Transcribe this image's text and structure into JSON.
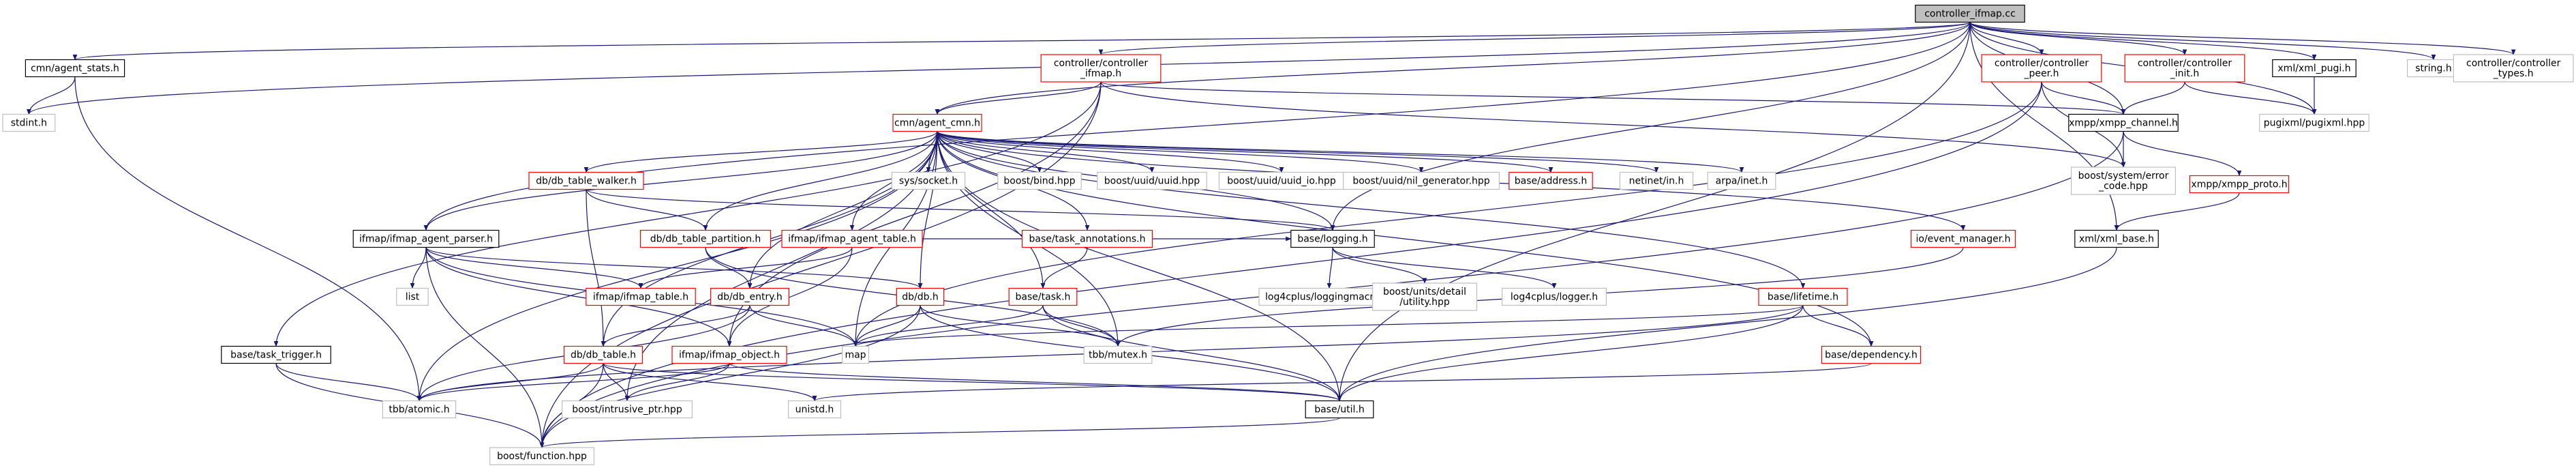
{
  "colors": {
    "black": "#000000",
    "red": "#ff0000",
    "gray": "#bfbfbf",
    "rootFill": "#bfbfbf",
    "edge": "#191970"
  },
  "nodes": {
    "root": [
      "controller_ifmap.cc"
    ],
    "agent_stats": [
      "cmn/agent_stats.h"
    ],
    "ctrl_ifmap": [
      "controller/controller",
      "_ifmap.h"
    ],
    "ctrl_peer": [
      "controller/controller",
      "_peer.h"
    ],
    "ctrl_init": [
      "controller/controller",
      "_init.h"
    ],
    "xml_pugi": [
      "xml/xml_pugi.h"
    ],
    "string": [
      "string.h"
    ],
    "ctrl_types": [
      "controller/controller",
      "_types.h"
    ],
    "stdint": [
      "stdint.h"
    ],
    "pugixml": [
      "pugixml/pugixml.hpp"
    ],
    "agent_cmn": [
      "cmn/agent_cmn.h"
    ],
    "xmpp_channel": [
      "xmpp/xmpp_channel.h"
    ],
    "db_table_walker": [
      "db/db_table_walker.h"
    ],
    "sys_socket": [
      "sys/socket.h"
    ],
    "boost_bind": [
      "boost/bind.hpp"
    ],
    "uuid": [
      "boost/uuid/uuid.hpp"
    ],
    "uuid_io": [
      "boost/uuid/uuid_io.hpp"
    ],
    "nil_gen": [
      "boost/uuid/nil_generator.hpp"
    ],
    "address": [
      "base/address.h"
    ],
    "netinet": [
      "netinet/in.h"
    ],
    "arpa": [
      "arpa/inet.h"
    ],
    "error_code": [
      "boost/system/error",
      "_code.hpp"
    ],
    "xmpp_proto": [
      "xmpp/xmpp_proto.h"
    ],
    "ifmap_parser": [
      "ifmap/ifmap_agent_parser.h"
    ],
    "db_partition": [
      "db/db_table_partition.h"
    ],
    "ifmap_agent_table": [
      "ifmap/ifmap_agent_table.h"
    ],
    "task_annot": [
      "base/task_annotations.h"
    ],
    "logging": [
      "base/logging.h"
    ],
    "event_mgr": [
      "io/event_manager.h"
    ],
    "xml_base": [
      "xml/xml_base.h"
    ],
    "list": [
      "list"
    ],
    "ifmap_table": [
      "ifmap/ifmap_table.h"
    ],
    "db_entry": [
      "db/db_entry.h"
    ],
    "db_h": [
      "db/db.h"
    ],
    "task": [
      "base/task.h"
    ],
    "log_macros": [
      "log4cplus/loggingmacros.h"
    ],
    "units": [
      "boost/units/detail",
      "/utility.hpp"
    ],
    "log_logger": [
      "log4cplus/logger.h"
    ],
    "lifetime": [
      "base/lifetime.h"
    ],
    "task_trigger": [
      "base/task_trigger.h"
    ],
    "db_table": [
      "db/db_table.h"
    ],
    "ifmap_object": [
      "ifmap/ifmap_object.h"
    ],
    "map": [
      "map"
    ],
    "tbb_mutex": [
      "tbb/mutex.h"
    ],
    "dependency": [
      "base/dependency.h"
    ],
    "unistd": [
      "unistd.h"
    ],
    "tbb_atomic": [
      "tbb/atomic.h"
    ],
    "intrusive": [
      "boost/intrusive_ptr.hpp"
    ],
    "util": [
      "base/util.h"
    ],
    "function": [
      "boost/function.hpp"
    ]
  }
}
